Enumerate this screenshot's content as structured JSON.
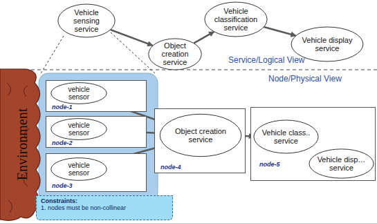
{
  "diagram": {
    "nodes": [
      {
        "text": [
          "Vehicle sensing service"
        ]
      },
      {
        "text": [
          "Object creation service"
        ]
      },
      {
        "text": [
          "Vehicle classification service"
        ]
      },
      {
        "text": [
          "Vehicle display service"
        ]
      },
      {
        "text": [
          "Environment"
        ]
      },
      {
        "text": [
          "node-1"
        ]
      },
      {
        "text": [
          "vehicle sensor"
        ],
        "in": 5
      },
      {
        "text": [
          "node-2"
        ]
      },
      {
        "text": [
          "vehicle sensor"
        ],
        "in": 7
      },
      {
        "text": [
          "node-3"
        ]
      },
      {
        "text": [
          "vehicle sensor"
        ],
        "in": 9
      },
      {
        "text": [
          "node-4"
        ]
      },
      {
        "text": [
          "Object creation service"
        ],
        "in": 11
      },
      {
        "text": [
          "node-5"
        ]
      },
      {
        "text": [
          "Vehicle class.. service"
        ],
        "in": 13
      },
      {
        "text": [
          "Vehicle disp… service"
        ],
        "in": 13
      },
      {
        "text": [
          "Constraints:",
          "1. nodes must be non-collinear"
        ]
      }
    ],
    "edges": [
      {
        "from": 0,
        "to": 1,
        "arrow": "to"
      },
      {
        "from": 1,
        "to": 2,
        "arrow": "to"
      },
      {
        "from": 2,
        "to": 3,
        "arrow": "to"
      },
      {
        "from": 6,
        "to": 12,
        "arrow": "to"
      },
      {
        "from": 8,
        "to": 12,
        "arrow": "to"
      },
      {
        "from": 10,
        "to": 12,
        "arrow": "to"
      },
      {
        "from": 12,
        "to": 14,
        "arrow": "to"
      },
      {
        "from": 14,
        "to": 15,
        "arrow": "to"
      }
    ],
    "labels": [
      "Service/Logical View",
      "Node/Physical View"
    ]
  }
}
